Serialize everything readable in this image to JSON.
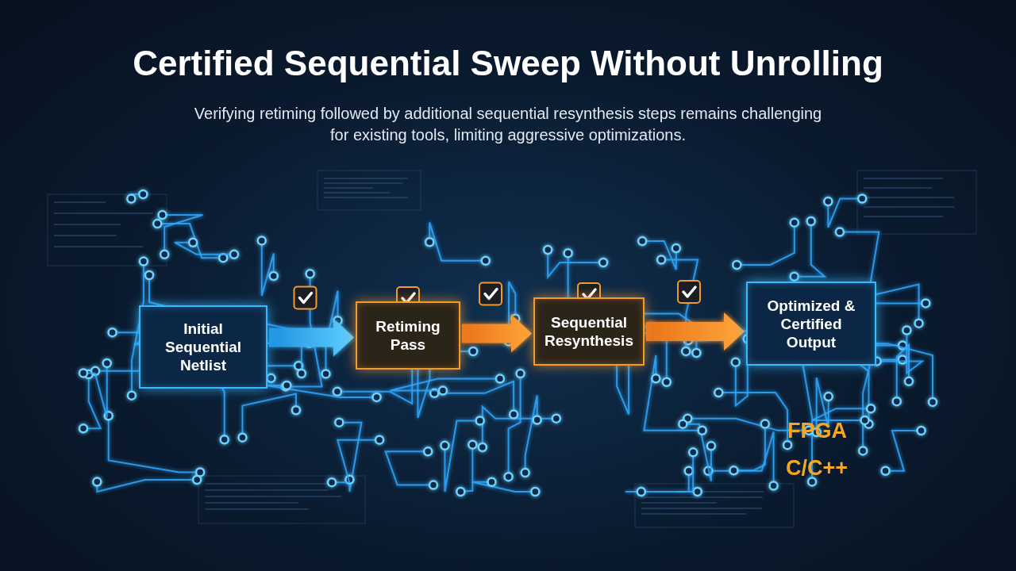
{
  "diagram": {
    "title": "Certified Sequential Sweep Without Unrolling",
    "caption": "Verifying retiming followed by additional sequential resynthesis steps remains challenging for existing tools, limiting aggressive optimizations.",
    "nodes": [
      {
        "text": [
          "Initial Sequential Netlist"
        ]
      },
      {
        "text": [
          "Retiming Pass"
        ]
      },
      {
        "text": [
          "Sequential Resynthesis"
        ]
      },
      {
        "text": [
          "Optimized & Certified Output"
        ]
      }
    ],
    "edges": [
      {
        "from": 0,
        "to": 1,
        "arrow": "to"
      },
      {
        "from": 1,
        "to": 2,
        "arrow": "to"
      },
      {
        "from": 2,
        "to": 3,
        "arrow": "to"
      }
    ],
    "labels": [
      "FPGA",
      "C/C++"
    ]
  }
}
